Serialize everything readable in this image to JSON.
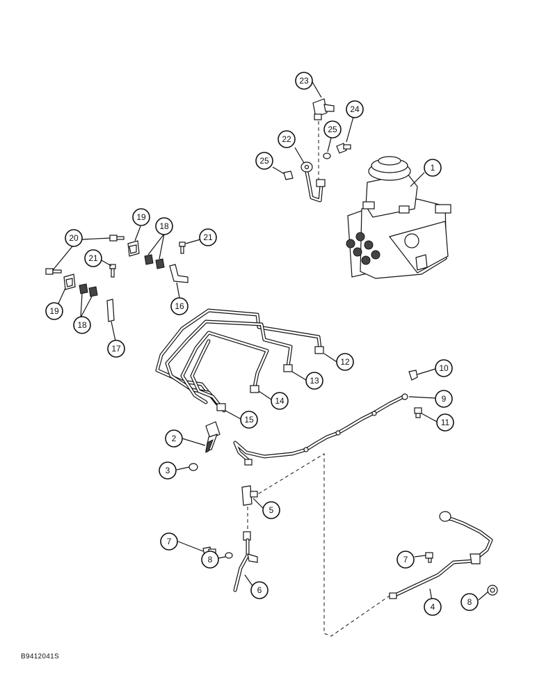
{
  "figure_code": "B9412041S",
  "callouts": [
    {
      "id": "c23",
      "label": "23"
    },
    {
      "id": "c24",
      "label": "24"
    },
    {
      "id": "c25a",
      "label": "25"
    },
    {
      "id": "c22",
      "label": "22"
    },
    {
      "id": "c25b",
      "label": "25"
    },
    {
      "id": "c1",
      "label": "1"
    },
    {
      "id": "c19a",
      "label": "19"
    },
    {
      "id": "c18a",
      "label": "18"
    },
    {
      "id": "c20",
      "label": "20"
    },
    {
      "id": "c21a",
      "label": "21"
    },
    {
      "id": "c21b",
      "label": "21"
    },
    {
      "id": "c19b",
      "label": "19"
    },
    {
      "id": "c18b",
      "label": "18"
    },
    {
      "id": "c16",
      "label": "16"
    },
    {
      "id": "c17",
      "label": "17"
    },
    {
      "id": "c12",
      "label": "12"
    },
    {
      "id": "c13",
      "label": "13"
    },
    {
      "id": "c10",
      "label": "10"
    },
    {
      "id": "c14",
      "label": "14"
    },
    {
      "id": "c9",
      "label": "9"
    },
    {
      "id": "c15",
      "label": "15"
    },
    {
      "id": "c11",
      "label": "11"
    },
    {
      "id": "c2",
      "label": "2"
    },
    {
      "id": "c3",
      "label": "3"
    },
    {
      "id": "c5",
      "label": "5"
    },
    {
      "id": "c7a",
      "label": "7"
    },
    {
      "id": "c8a",
      "label": "8"
    },
    {
      "id": "c7b",
      "label": "7"
    },
    {
      "id": "c6",
      "label": "6"
    },
    {
      "id": "c4",
      "label": "4"
    },
    {
      "id": "c8b",
      "label": "8"
    }
  ]
}
